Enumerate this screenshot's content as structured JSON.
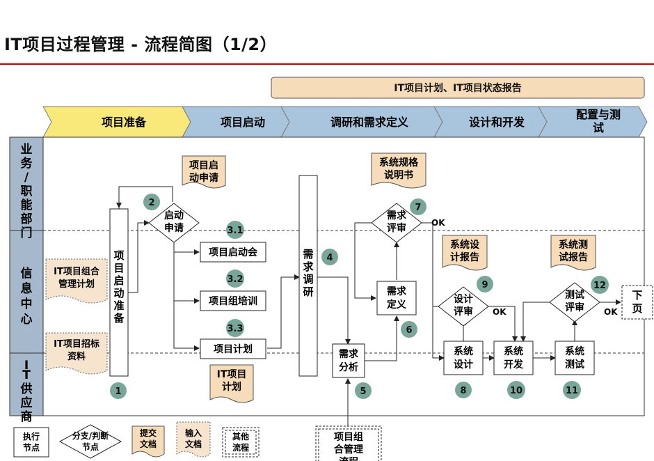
{
  "page": {
    "title": "IT项目过程管理 - 流程简图（1/2）"
  },
  "banner": {
    "label": "IT项目计划、IT项目状态报告"
  },
  "colors": {
    "accent_red": "#c00000",
    "phase_active": "#f9e97a",
    "phase": "#a9c4dd",
    "doc_fill": "#f7dcb9",
    "circle_fill": "#7aa69a",
    "lane_fill": "#a6b9cc"
  },
  "phases": [
    "项目准备",
    "项目启动",
    "调研和需求定义",
    "设计和开发",
    "配置与测试"
  ],
  "lanes": [
    "业务/职能部门",
    "信息中心",
    "IT供应商"
  ],
  "nodes": {
    "prep": "项目启动准备",
    "kickoff_diamond": "启动申请",
    "kickoff_meeting": "项目启动会",
    "training": "项目组培训",
    "plan": "项目计划",
    "survey": "需求调研",
    "req_review": "需求评审",
    "req_define": "需求定义",
    "req_analysis": "需求分析",
    "design_review": "设计评审",
    "sys_design": "系统设计",
    "sys_dev": "系统开发",
    "test_review": "测试评审",
    "sys_test": "系统测试",
    "next_page": "下页"
  },
  "documents": {
    "kickoff_request": "项目启动申请",
    "spec": "系统规格说明书",
    "design_report": "系统设计报告",
    "test_report": "系统测试报告",
    "it_plan": "IT项目计划",
    "portfolio_plan": "IT项目组合管理计划",
    "bid_docs": "IT项目招标资料",
    "portfolio_process": "项目组合管理流程"
  },
  "steps": [
    "1",
    "2",
    "3.1",
    "3.2",
    "3.3",
    "4",
    "5",
    "6",
    "7",
    "8",
    "9",
    "10",
    "11",
    "12"
  ],
  "ok_labels": [
    "OK",
    "OK",
    "OK"
  ],
  "legend": {
    "exec_node": "执行节点",
    "branch_node": "分支/判断节点",
    "submit_doc": "提交文档",
    "input_doc": "输入文档",
    "other_flow": "其他流程"
  }
}
